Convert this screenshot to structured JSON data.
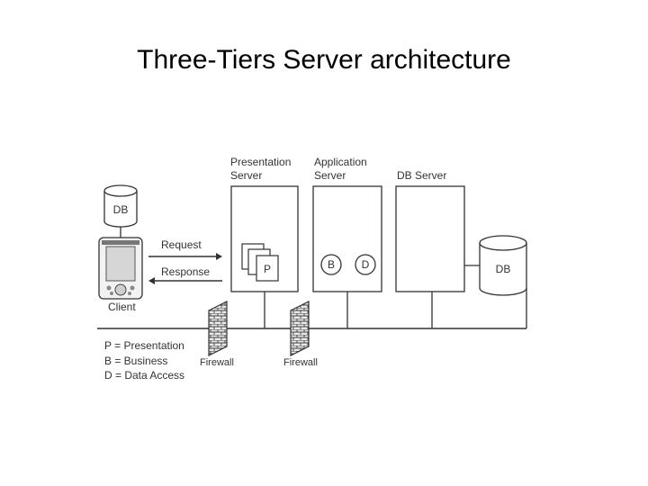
{
  "title": "Three-Tiers Server architecture",
  "diagram": {
    "client": {
      "db_label": "DB",
      "label": "Client"
    },
    "request_label": "Request",
    "response_label": "Response",
    "presentation_server": {
      "line1": "Presentation",
      "line2": "Server",
      "page_label": "P"
    },
    "application_server": {
      "line1": "Application",
      "line2": "Server",
      "business_label": "B",
      "data_access_label": "D"
    },
    "db_server": {
      "label": "DB Server",
      "db_label": "DB"
    },
    "firewall_left_label": "Firewall",
    "firewall_right_label": "Firewall",
    "legend": [
      "P = Presentation",
      "B = Business",
      "D = Data Access"
    ]
  }
}
